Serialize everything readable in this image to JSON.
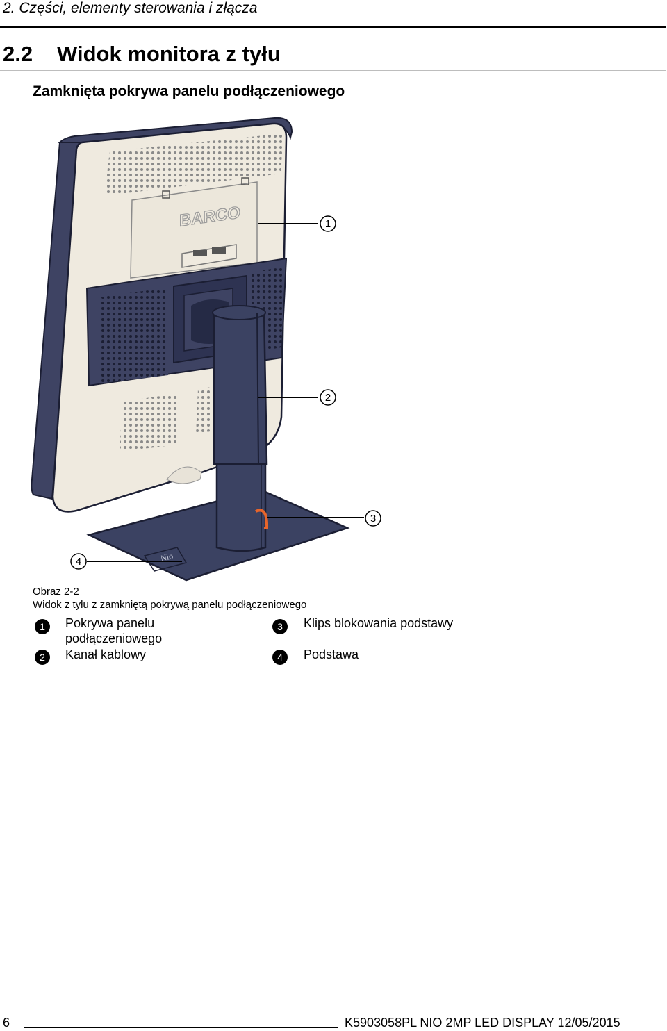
{
  "header": {
    "running_title": "2. Części, elementy sterowania i złącza",
    "section_number": "2.2",
    "section_title": "Widok monitora z tyłu"
  },
  "subtitle": "Zamknięta pokrywa panelu podłączeniowego",
  "figure": {
    "logo_text": "BARCO",
    "base_label": "Nio",
    "callouts": [
      "1",
      "2",
      "3",
      "4"
    ],
    "colors": {
      "housing": "#efeadf",
      "bezel": "#3e4363",
      "stand": "#3b4262",
      "clip": "#e8652a"
    }
  },
  "caption": {
    "label": "Obraz 2-2",
    "text": "Widok z tyłu z zamkniętą pokrywą panelu podłączeniowego"
  },
  "legend": [
    {
      "num": "1",
      "lines": [
        "Pokrywa  panelu",
        "podłączeniowego"
      ]
    },
    {
      "num": "2",
      "lines": [
        "Kanał kablowy"
      ]
    },
    {
      "num": "3",
      "lines": [
        "Klips blokowania podstawy"
      ]
    },
    {
      "num": "4",
      "lines": [
        "Podstawa"
      ]
    }
  ],
  "footer": {
    "page_number": "6",
    "doc_info": "K5903058PL   NIO 2MP LED DISPLAY   12/05/2015"
  }
}
